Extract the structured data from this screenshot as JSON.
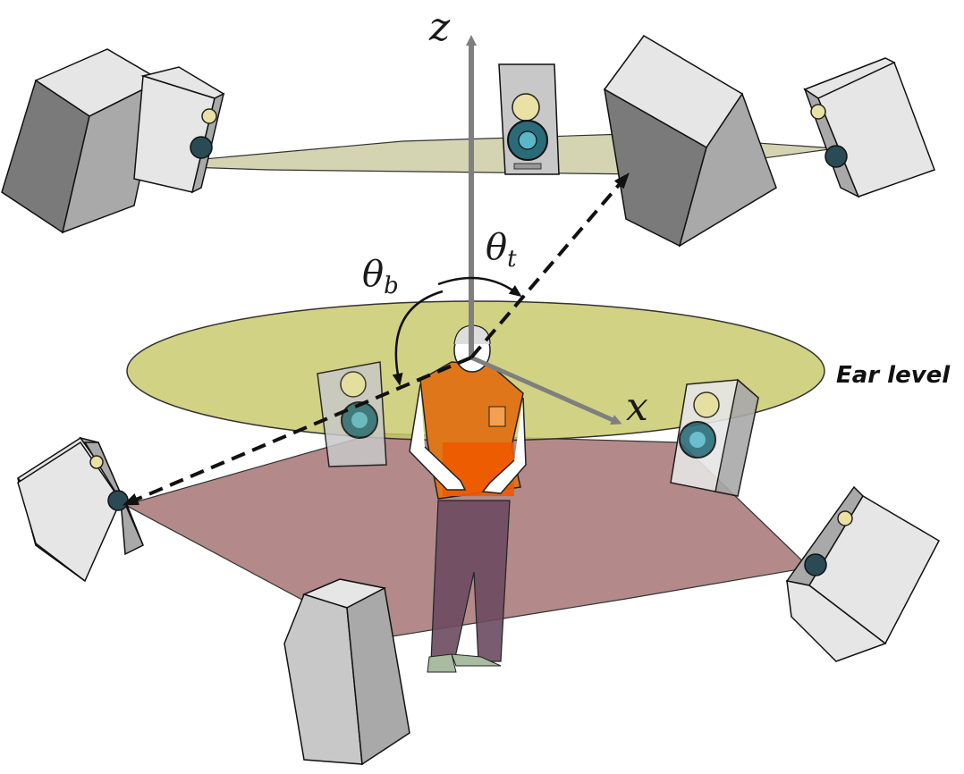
{
  "axes": {
    "z_label": "z",
    "x_label": "x"
  },
  "angles": {
    "top": {
      "symbol": "θ",
      "subscript": "t"
    },
    "bottom": {
      "symbol": "θ",
      "subscript": "b"
    }
  },
  "planes": {
    "ear_level_label": "Ear level"
  },
  "colors": {
    "top_plane": "#c9c9a0",
    "ear_plane": "#c8c86a",
    "bottom_plane": "#a67474",
    "axis": "#7f7f7f",
    "shirt": "#e0761a",
    "shirt_front": "#f05a00",
    "pants": "#6b4a60"
  }
}
